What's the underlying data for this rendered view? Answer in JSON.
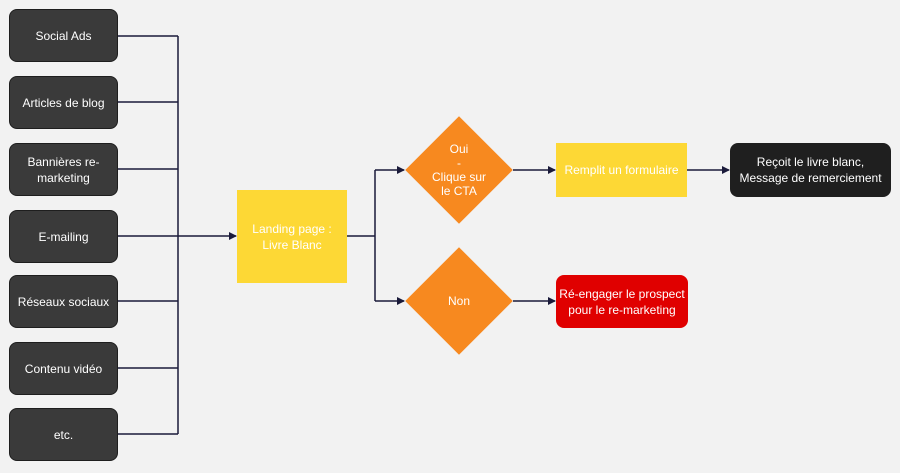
{
  "sources": [
    {
      "label": "Social Ads"
    },
    {
      "label": "Articles de blog"
    },
    {
      "label": "Bannières re-\nmarketing"
    },
    {
      "label": "E-mailing"
    },
    {
      "label": "Réseaux sociaux"
    },
    {
      "label": "Contenu vidéo"
    },
    {
      "label": "etc."
    }
  ],
  "landing": {
    "label": "Landing page :\nLivre Blanc"
  },
  "decision_yes": {
    "label": "Oui\n-\nClique sur\nle CTA"
  },
  "decision_no": {
    "label": "Non"
  },
  "form": {
    "label": "Remplit un formulaire"
  },
  "receive": {
    "label": "Reçoit le livre blanc,\nMessage de remerciement"
  },
  "reengage": {
    "label": "Ré-engager le prospect\npour le re-marketing"
  },
  "colors": {
    "background": "#f2f2f2",
    "source_fill": "#3a3a3a",
    "yellow": "#fdd835",
    "orange": "#f7891f",
    "red": "#e00000",
    "dark": "#1f1f1f",
    "connector": "#1a1a3a"
  }
}
